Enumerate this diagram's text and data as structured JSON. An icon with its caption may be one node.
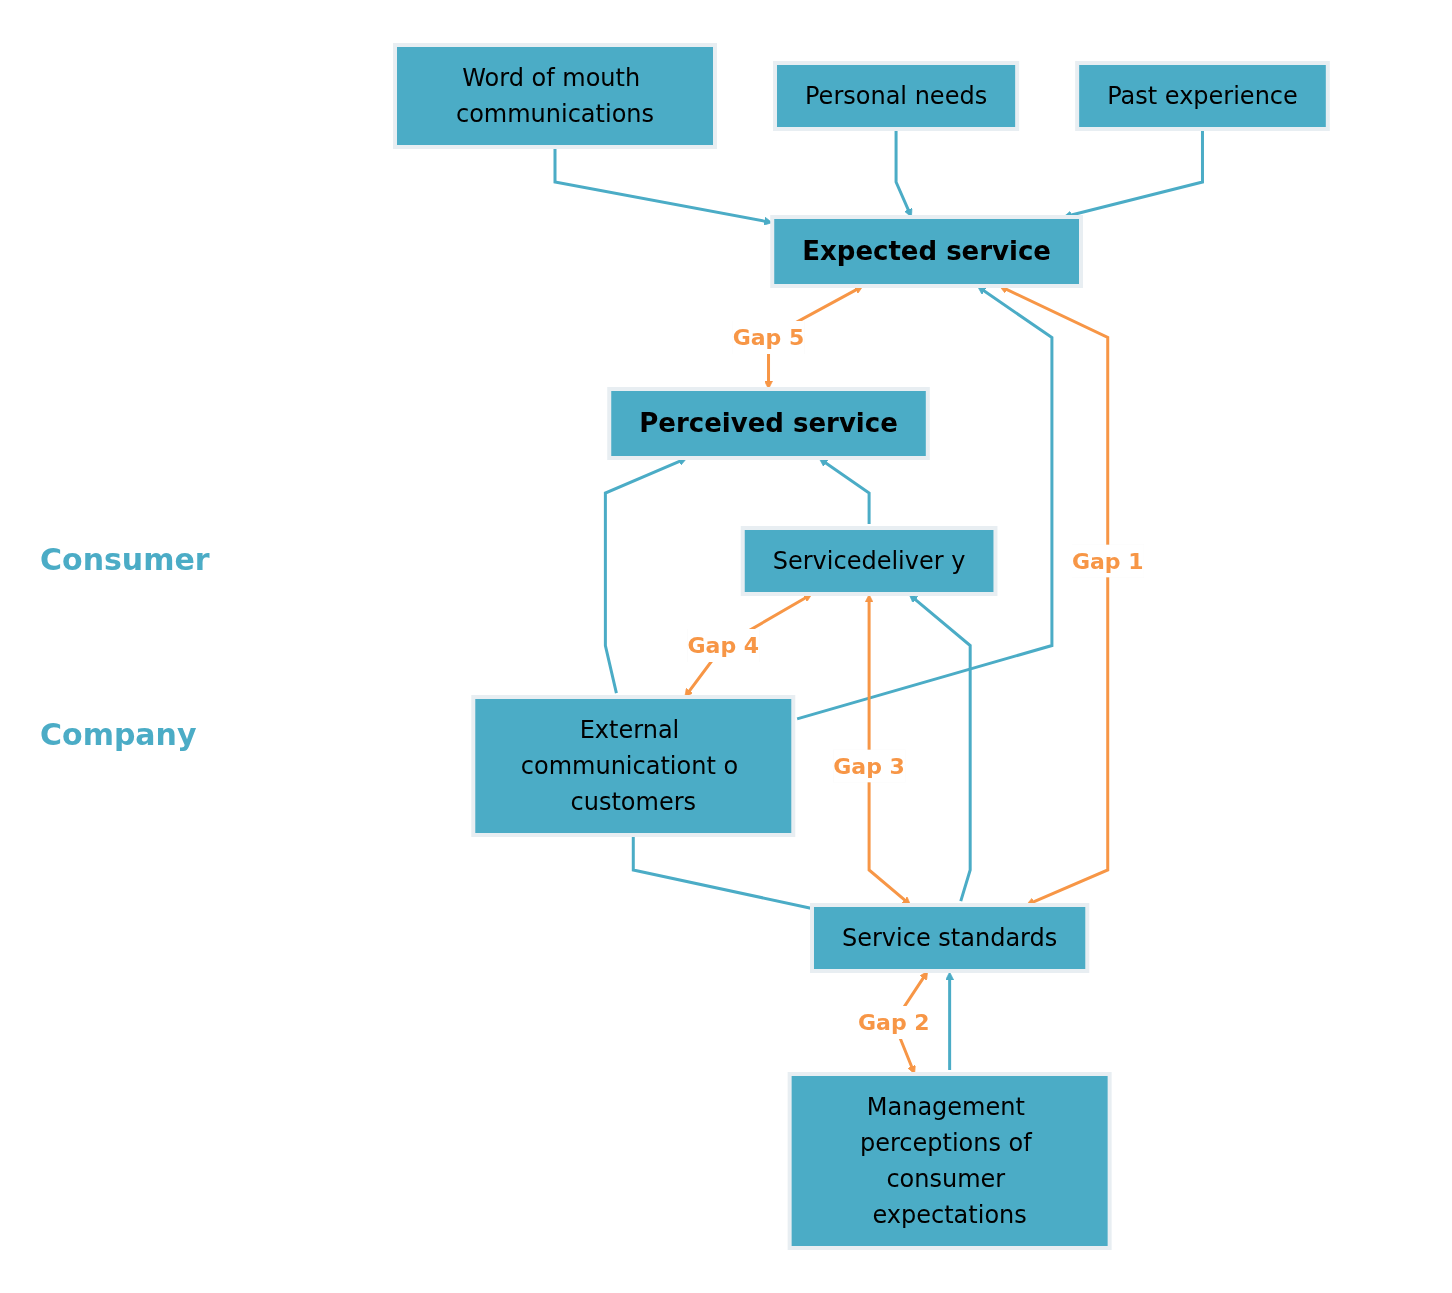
{
  "diagram": {
    "nodes": [
      {
        "text": [
          "Word of mouth communications"
        ]
      },
      {
        "text": [
          "Personal needs"
        ]
      },
      {
        "text": [
          "Past experience"
        ]
      },
      {
        "text": [
          "Expected service"
        ]
      },
      {
        "text": [
          "Perceived service"
        ]
      },
      {
        "text": [
          "Servicedeliver y"
        ]
      },
      {
        "text": [
          "External communicationt o customers"
        ]
      },
      {
        "text": [
          "Service standards"
        ]
      },
      {
        "text": [
          "Management perceptions of consumer expectations"
        ]
      }
    ],
    "edges": [
      {
        "from": 0,
        "to": 3,
        "arrow": "to"
      },
      {
        "from": 1,
        "to": 3,
        "arrow": "to"
      },
      {
        "from": 2,
        "to": 3,
        "arrow": "to"
      },
      {
        "from": 3,
        "to": 4,
        "arrow": "both",
        "label": "Gap 5",
        "color": "#f79646"
      },
      {
        "from": 6,
        "to": 3,
        "arrow": "to"
      },
      {
        "from": 6,
        "to": 4,
        "arrow": "to"
      },
      {
        "from": 5,
        "to": 4,
        "arrow": "to"
      },
      {
        "from": 7,
        "to": 3,
        "arrow": "both",
        "label": "Gap 1",
        "color": "#f79646"
      },
      {
        "from": 5,
        "to": 6,
        "arrow": "both",
        "label": "Gap 4",
        "color": "#f79646"
      },
      {
        "from": 5,
        "to": 7,
        "arrow": "both",
        "label": "Gap 3",
        "color": "#f79646"
      },
      {
        "from": 7,
        "to": 5,
        "arrow": "to"
      },
      {
        "from": 7,
        "to": 6,
        "arrow": "none"
      },
      {
        "from": 7,
        "to": 8,
        "arrow": "both",
        "label": "Gap 2",
        "color": "#f79646"
      },
      {
        "from": 8,
        "to": 7,
        "arrow": "to"
      }
    ],
    "labels": [
      "Consumer",
      "Company"
    ]
  }
}
